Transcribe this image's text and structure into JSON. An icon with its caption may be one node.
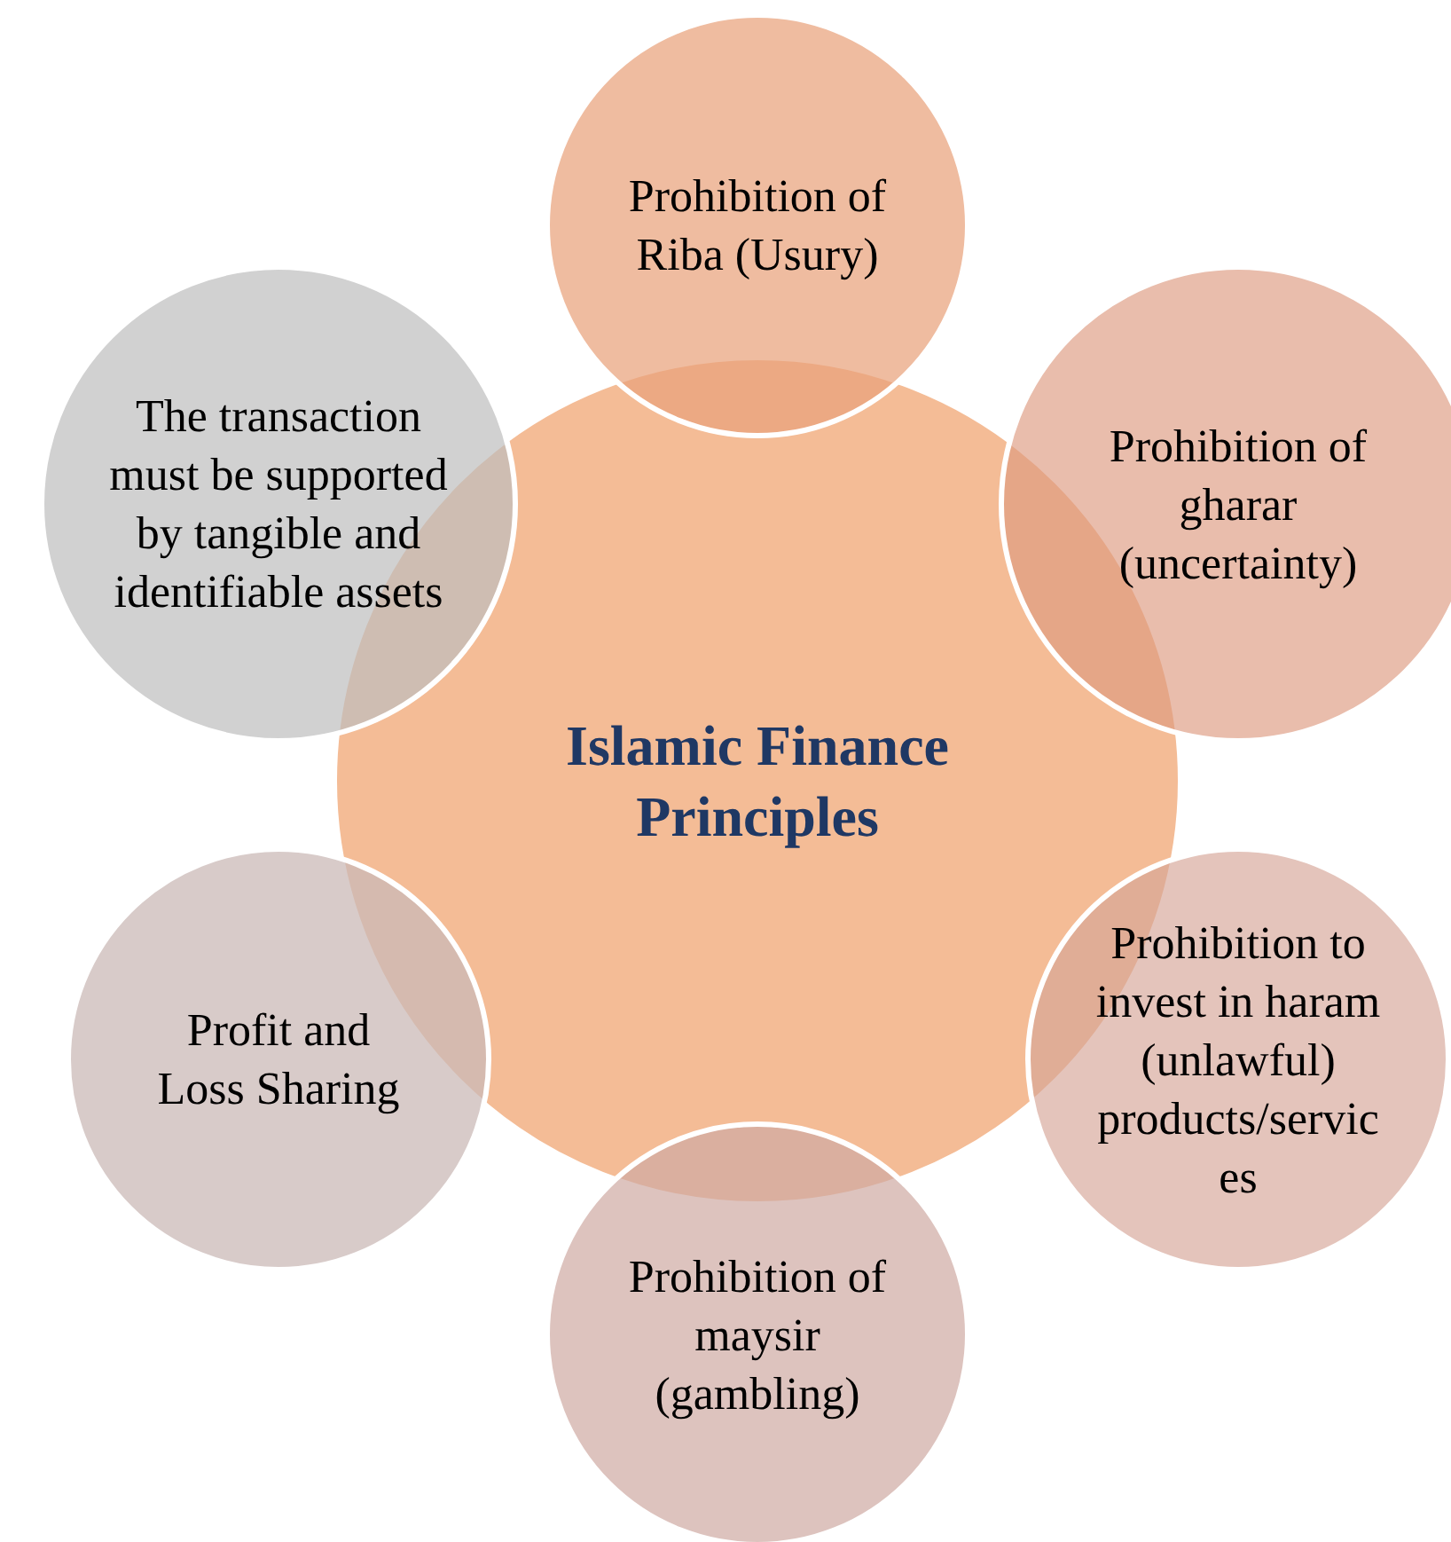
{
  "diagram": {
    "nodes": [
      {
        "text": [
          "Islamic Finance Principles"
        ]
      },
      {
        "text": [
          "Prohibition of Riba (Usury)"
        ]
      },
      {
        "text": [
          "Prohibition of gharar (uncertainty)"
        ]
      },
      {
        "text": [
          "Prohibition to invest in haram (unlawful) products/services"
        ]
      },
      {
        "text": [
          "Prohibition of maysir (gambling)"
        ]
      },
      {
        "text": [
          "Profit and Loss Sharing"
        ]
      },
      {
        "text": [
          "The transaction must be supported by tangible and identifiable assets"
        ]
      }
    ]
  }
}
